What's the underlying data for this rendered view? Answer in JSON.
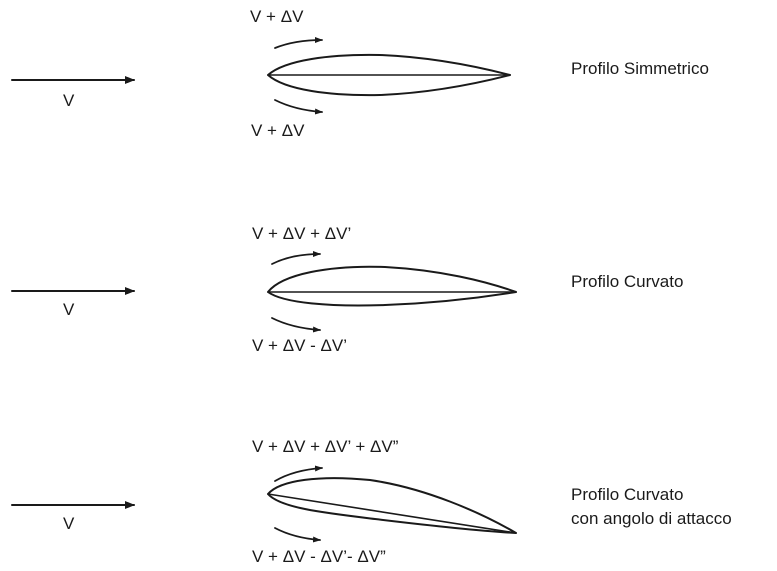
{
  "panels": [
    {
      "freestream_label": "V",
      "upper_label": "V + ΔV",
      "lower_label": "V + ΔV",
      "profile_name": "Profilo Simmetrico",
      "profile_name_line2": ""
    },
    {
      "freestream_label": "V",
      "upper_label": "V + ΔV + ΔV’",
      "lower_label": "V + ΔV - ΔV’",
      "profile_name": "Profilo Curvato",
      "profile_name_line2": ""
    },
    {
      "freestream_label": "V",
      "upper_label": "V + ΔV + ΔV’ + ΔV”",
      "lower_label": "V + ΔV - ΔV’- ΔV”",
      "profile_name": "Profilo Curvato",
      "profile_name_line2": "con angolo di attacco"
    }
  ],
  "colors": {
    "ink": "#1a1a1a",
    "background": "#ffffff"
  }
}
